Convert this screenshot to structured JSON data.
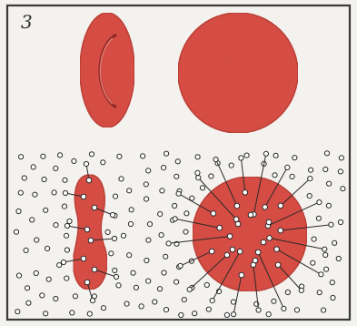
{
  "panel": {
    "number": "3"
  },
  "colors": {
    "cell_fill": "#d94b43",
    "cell_edge": "#b83a33",
    "frame": "#3a3a3a",
    "particle_stroke": "#2a2a2a",
    "background": "#f4f2ee"
  },
  "figures": [
    {
      "id": "discocyte-side-view",
      "shape": "biconcave disc, edge-on"
    },
    {
      "id": "spherocyte",
      "shape": "sphere"
    },
    {
      "id": "elongated-cell-with-attached-particles",
      "shape": "dumbbell"
    },
    {
      "id": "round-cell-with-attached-particles",
      "shape": "sphere"
    }
  ]
}
